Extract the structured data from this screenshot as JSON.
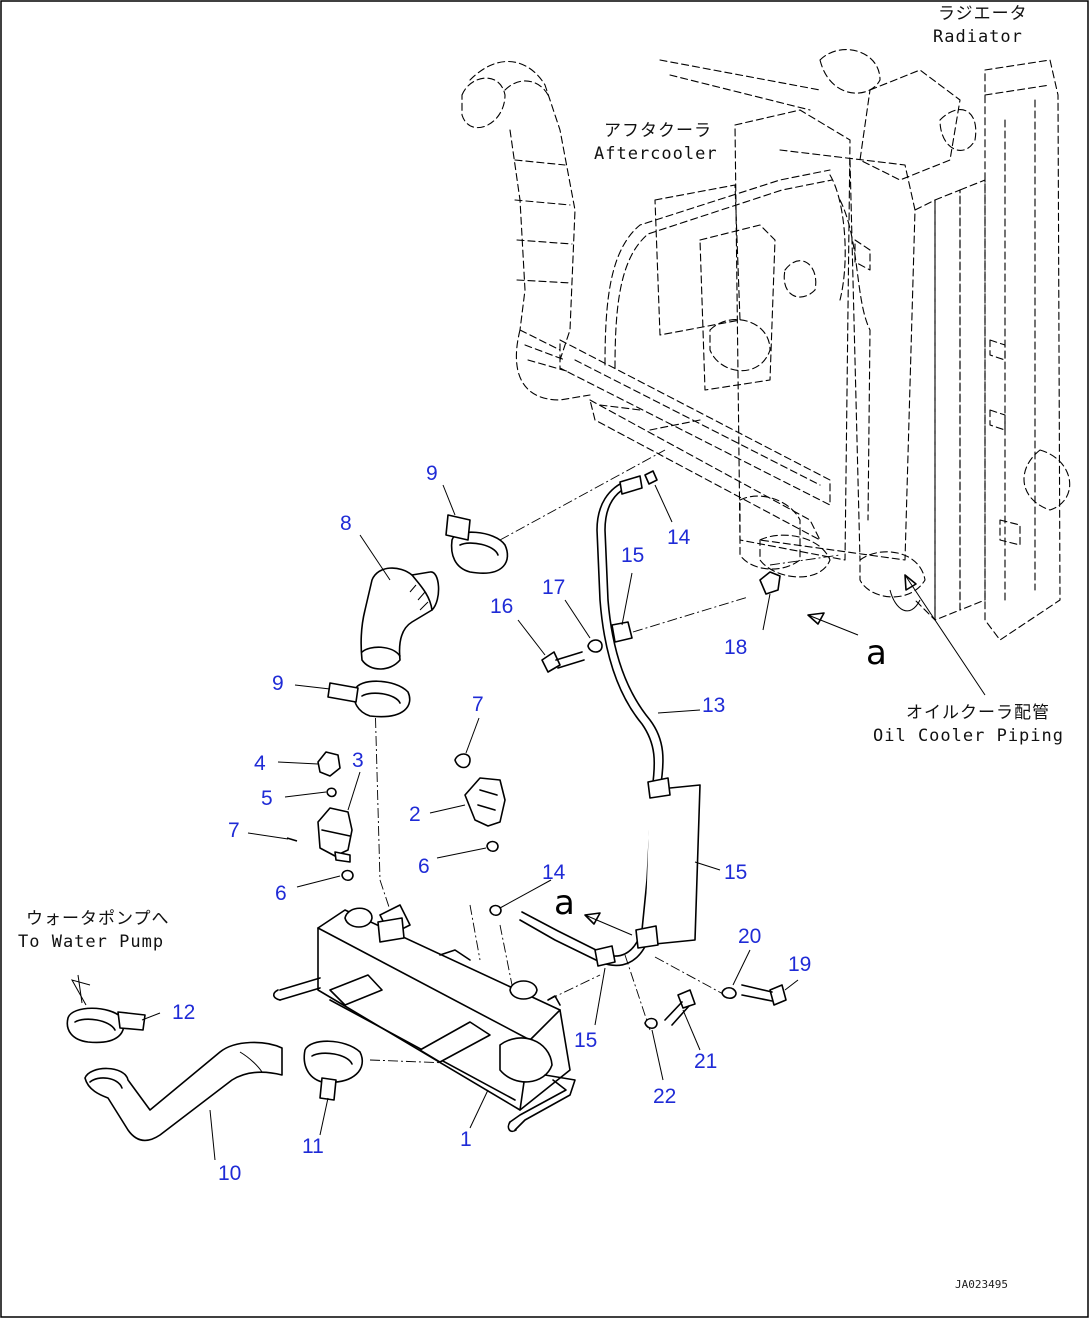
{
  "captions": {
    "radiator_ja": "ラジエータ",
    "radiator_en": "Radiator",
    "aftercooler_ja": "アフタクーラ",
    "aftercooler_en": "Aftercooler",
    "oil_cooler_ja": "オイルクーラ配管",
    "oil_cooler_en": "Oil Cooler Piping",
    "water_pump_ja": "ウォータポンプへ",
    "water_pump_en": "To Water Pump",
    "view_a": "a",
    "drawing_id": "JA023495"
  },
  "callouts": [
    {
      "id": "c1",
      "text": "1"
    },
    {
      "id": "c2",
      "text": "2"
    },
    {
      "id": "c3",
      "text": "3"
    },
    {
      "id": "c4",
      "text": "4"
    },
    {
      "id": "c5",
      "text": "5"
    },
    {
      "id": "c6a",
      "text": "6"
    },
    {
      "id": "c6b",
      "text": "6"
    },
    {
      "id": "c7a",
      "text": "7"
    },
    {
      "id": "c7b",
      "text": "7"
    },
    {
      "id": "c8",
      "text": "8"
    },
    {
      "id": "c9a",
      "text": "9"
    },
    {
      "id": "c9b",
      "text": "9"
    },
    {
      "id": "c10",
      "text": "10"
    },
    {
      "id": "c11",
      "text": "11"
    },
    {
      "id": "c12",
      "text": "12"
    },
    {
      "id": "c13",
      "text": "13"
    },
    {
      "id": "c14a",
      "text": "14"
    },
    {
      "id": "c14b",
      "text": "14"
    },
    {
      "id": "c15a",
      "text": "15"
    },
    {
      "id": "c15b",
      "text": "15"
    },
    {
      "id": "c15c",
      "text": "15"
    },
    {
      "id": "c16",
      "text": "16"
    },
    {
      "id": "c17",
      "text": "17"
    },
    {
      "id": "c18",
      "text": "18"
    },
    {
      "id": "c19",
      "text": "19"
    },
    {
      "id": "c20",
      "text": "20"
    },
    {
      "id": "c21",
      "text": "21"
    },
    {
      "id": "c22",
      "text": "22"
    }
  ]
}
